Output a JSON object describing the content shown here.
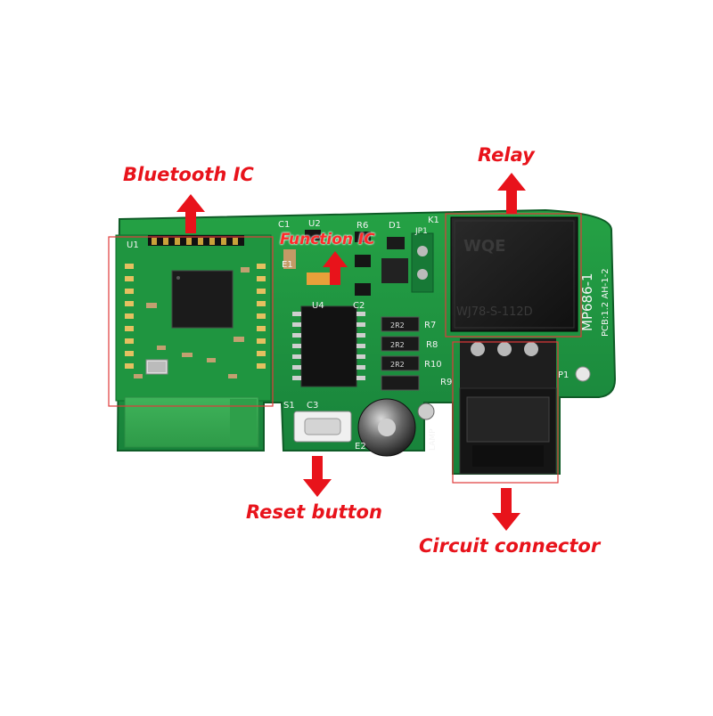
{
  "callouts": {
    "bluetooth_ic": "Bluetooth IC",
    "function_ic": "Function IC",
    "relay": "Relay",
    "reset_button": "Reset button",
    "circuit_connector": "Circuit connector"
  },
  "silkscreen": {
    "u1": "U1",
    "c1": "C1",
    "u2": "U2",
    "r6": "R6",
    "d1": "D1",
    "k1": "K1",
    "jp1": "JP1",
    "e1": "E1",
    "u4": "U4",
    "c2": "C2",
    "r7": "R7",
    "r8": "R8",
    "r10": "R10",
    "r9": "R9",
    "s1": "S1",
    "c3": "C3",
    "e2": "E2",
    "lamp": "LAMP",
    "p1": "P1",
    "board_id": "MP686-1",
    "board_rev": "PCB:1.2 AH-1-2",
    "relay_brand": "WQE",
    "relay_model": "WJ78-S-112D",
    "res_code": "2R2"
  },
  "colors": {
    "callout_red": "#e8131b",
    "board_green": "#1d8a3a",
    "silkscreen": "#f3f3f3",
    "highlight_box": "#e03a3a"
  }
}
